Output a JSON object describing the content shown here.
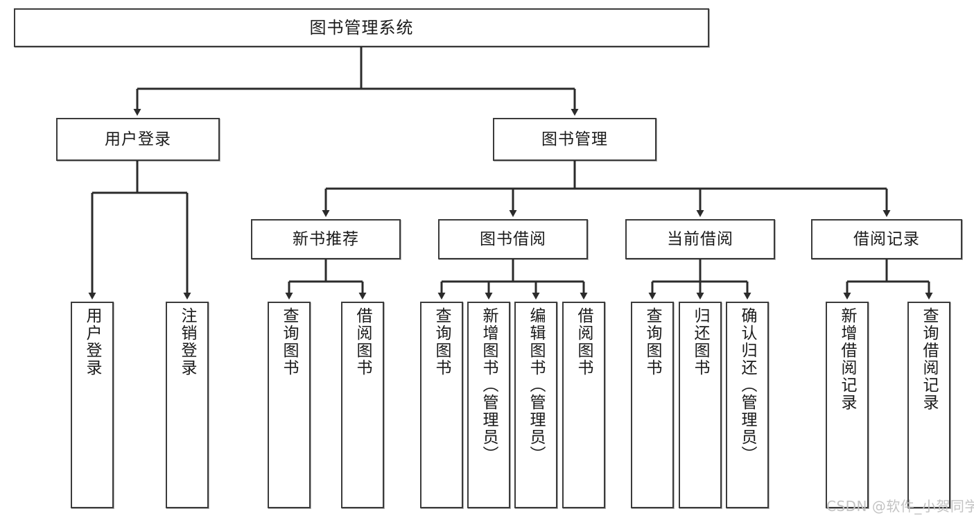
{
  "diagram": {
    "type": "tree-hierarchy-chart",
    "title": "图书管理系统",
    "watermark": "CSDN @软件_小贺同学",
    "colors": {
      "box_border": "#3b3b3b",
      "box_fill": "#ffffff",
      "text": "#1a1a1a",
      "edge": "#2b2b2b",
      "watermark": "#c3c3c3",
      "background": "#ffffff"
    },
    "nodes": {
      "root": {
        "label": "图书管理系统"
      },
      "level2": [
        {
          "label": "用户登录"
        },
        {
          "label": "图书管理"
        }
      ],
      "level3": [
        {
          "label": "新书推荐"
        },
        {
          "label": "图书借阅"
        },
        {
          "label": "当前借阅"
        },
        {
          "label": "借阅记录"
        }
      ],
      "leaves": [
        {
          "label": "用户登录",
          "parent": "用户登录"
        },
        {
          "label": "注销登录",
          "parent": "用户登录"
        },
        {
          "label": "查询图书",
          "parent": "新书推荐"
        },
        {
          "label": "借阅图书",
          "parent": "新书推荐"
        },
        {
          "label": "查询图书",
          "parent": "图书借阅"
        },
        {
          "label": "新增图书（管理员）",
          "parent": "图书借阅"
        },
        {
          "label": "编辑图书（管理员）",
          "parent": "图书借阅"
        },
        {
          "label": "借阅图书",
          "parent": "图书借阅"
        },
        {
          "label": "查询图书",
          "parent": "当前借阅"
        },
        {
          "label": "归还图书",
          "parent": "当前借阅"
        },
        {
          "label": "确认归还（管理员）",
          "parent": "当前借阅"
        },
        {
          "label": "新增借阅记录",
          "parent": "借阅记录"
        },
        {
          "label": "查询借阅记录",
          "parent": "借阅记录"
        }
      ]
    }
  }
}
